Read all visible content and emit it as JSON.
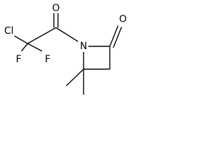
{
  "molecule": {
    "atom_labels": {
      "chlorine": "Cl",
      "fluorine_left": "F",
      "fluorine_right": "F",
      "oxygen_acyl": "O",
      "oxygen_ring": "O",
      "nitrogen": "N"
    }
  }
}
